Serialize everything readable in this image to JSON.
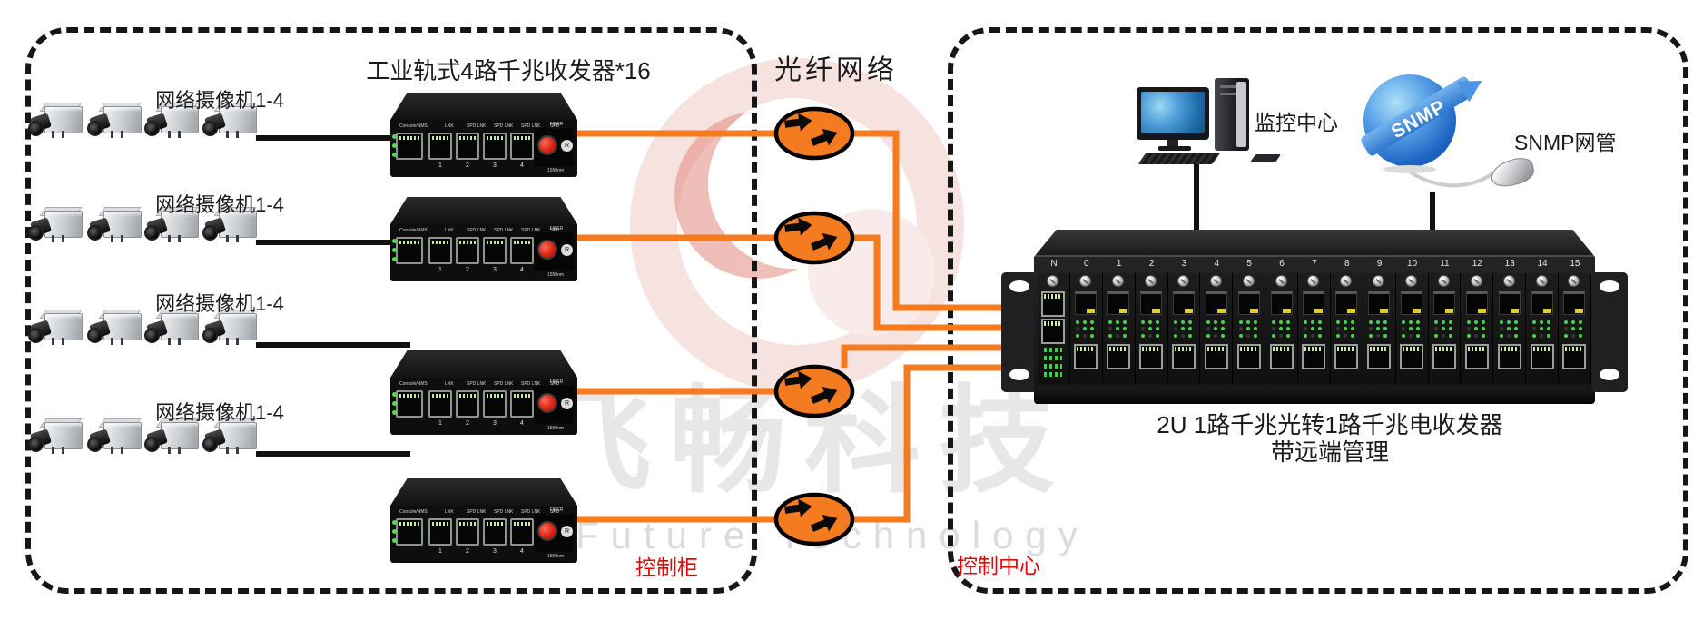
{
  "left_box": {
    "tag": "控制柜",
    "switch_title": "工业轨式4路千兆收发器*16",
    "rows": [
      {
        "camera_label": "网络摄像机1-4"
      },
      {
        "camera_label": "网络摄像机1-4"
      },
      {
        "camera_label": "网络摄像机1-4"
      },
      {
        "camera_label": "网络摄像机1-4"
      }
    ],
    "switch": {
      "console_label": "Console/NMS",
      "led_labels": [
        "LNK",
        "SPD LNK",
        "SPD LNK",
        "SPD LNK",
        "SPD"
      ],
      "port_numbers": [
        "1",
        "2",
        "3",
        "4"
      ],
      "fiber_label": "FIBER",
      "reset_label": "R",
      "wavelength_label": "1550nm"
    }
  },
  "fiber_network": {
    "label": "光纤网络"
  },
  "right_box": {
    "tag": "控制中心",
    "monitor_label": "监控中心",
    "snmp_label": "SNMP网管",
    "snmp_globe_text": "SNMP",
    "rack": {
      "caption_line1": "2U 1路千兆光转1路千兆电收发器",
      "caption_line2": "带远端管理",
      "slot_labels": [
        "N",
        "0",
        "1",
        "2",
        "3",
        "4",
        "5",
        "6",
        "7",
        "8",
        "9",
        "10",
        "11",
        "12",
        "13",
        "14",
        "15"
      ]
    }
  },
  "watermark": {
    "brand_cn": "飞畅科技",
    "brand_en": "Future Technology"
  },
  "colors": {
    "cable_orange": "#F47B1F",
    "cable_black": "#111111",
    "label_red": "#E50505"
  }
}
